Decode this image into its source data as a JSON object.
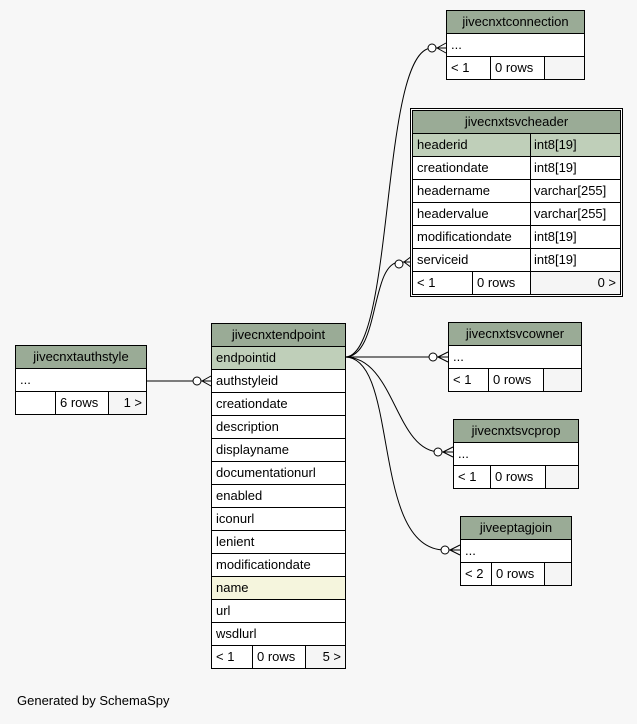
{
  "tables": {
    "jivecnxtconnection": {
      "name": "jivecnxtconnection",
      "columns": [
        "..."
      ],
      "footer": {
        "parents": "< 1",
        "rows": "0 rows",
        "children": ""
      }
    },
    "jivecnxtsvcheader": {
      "name": "jivecnxtsvcheader",
      "columns": [
        {
          "name": "headerid",
          "type": "int8[19]"
        },
        {
          "name": "creationdate",
          "type": "int8[19]"
        },
        {
          "name": "headername",
          "type": "varchar[255]"
        },
        {
          "name": "headervalue",
          "type": "varchar[255]"
        },
        {
          "name": "modificationdate",
          "type": "int8[19]"
        },
        {
          "name": "serviceid",
          "type": "int8[19]"
        }
      ],
      "footer": {
        "parents": "< 1",
        "rows": "0 rows",
        "children": "0 >"
      }
    },
    "jivecnxtauthstyle": {
      "name": "jivecnxtauthstyle",
      "columns": [
        "..."
      ],
      "footer": {
        "parents": "",
        "rows": "6 rows",
        "children": "1 >"
      }
    },
    "jivecnxtendpoint": {
      "name": "jivecnxtendpoint",
      "columns": [
        "endpointid",
        "authstyleid",
        "creationdate",
        "description",
        "displayname",
        "documentationurl",
        "enabled",
        "iconurl",
        "lenient",
        "modificationdate",
        "name",
        "url",
        "wsdlurl"
      ],
      "footer": {
        "parents": "< 1",
        "rows": "0 rows",
        "children": "5 >"
      }
    },
    "jivecnxtsvcowner": {
      "name": "jivecnxtsvcowner",
      "columns": [
        "..."
      ],
      "footer": {
        "parents": "< 1",
        "rows": "0 rows",
        "children": ""
      }
    },
    "jivecnxtsvcprop": {
      "name": "jivecnxtsvcprop",
      "columns": [
        "..."
      ],
      "footer": {
        "parents": "< 1",
        "rows": "0 rows",
        "children": ""
      }
    },
    "jiveeptagjoin": {
      "name": "jiveeptagjoin",
      "columns": [
        "..."
      ],
      "footer": {
        "parents": "< 2",
        "rows": "0 rows",
        "children": ""
      }
    }
  },
  "footer_note": "Generated by SchemaSpy",
  "colors": {
    "header": "#9aab96",
    "primary_key": "#bfcfb9",
    "indexed": "#f5f5dd",
    "background": "#f7f7f7"
  }
}
